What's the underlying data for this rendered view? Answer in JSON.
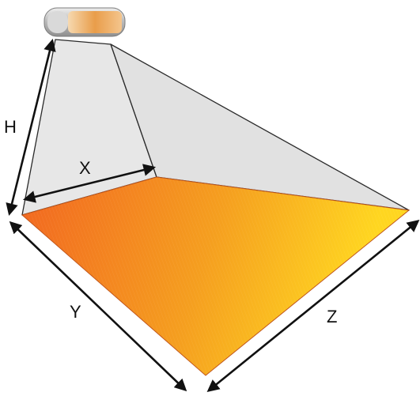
{
  "labels": {
    "h": "H",
    "x": "X",
    "y": "Y",
    "z": "Z"
  },
  "colors": {
    "cone_fill": "#e3e3e3",
    "cone_stroke": "#2a2a2a",
    "floor_light": "#ffd21f",
    "floor_dark": "#f16a1f",
    "arrow": "#111111",
    "heater_body": "#c9c9c9",
    "heater_glow": "#f2b36b"
  },
  "icons": {
    "heater": "infrared-heater-icon"
  }
}
